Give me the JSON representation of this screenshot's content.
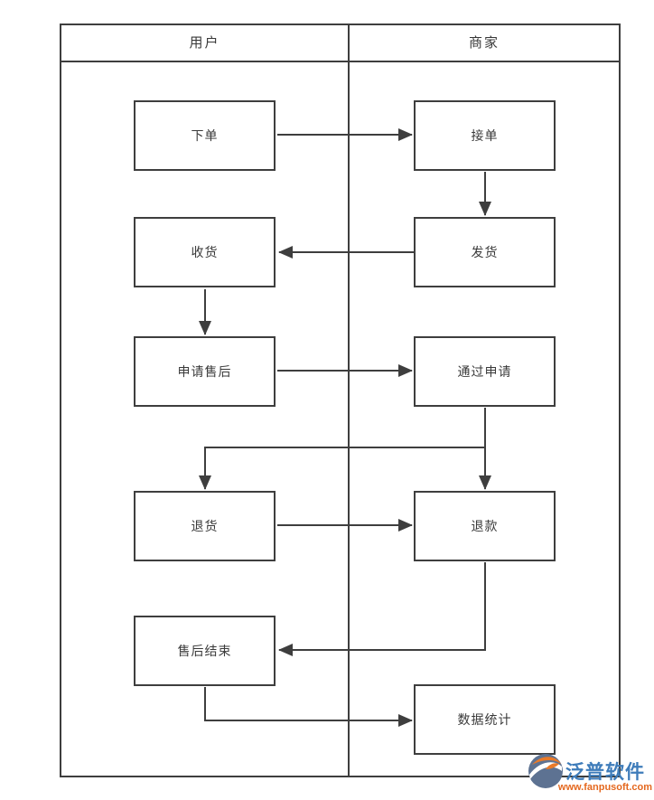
{
  "diagram": {
    "type": "swimlane-flowchart",
    "lanes": [
      {
        "id": "user",
        "label": "用户"
      },
      {
        "id": "merchant",
        "label": "商家"
      }
    ],
    "nodes": {
      "place_order": "下单",
      "accept_order": "接单",
      "receive_goods": "收货",
      "ship_goods": "发货",
      "apply_after_sales": "申请售后",
      "approve_request": "通过申请",
      "return_goods": "退货",
      "refund": "退款",
      "after_sales_end": "售后结束",
      "data_statistics": "数据统计"
    },
    "edges": [
      {
        "from": "下单",
        "to": "接单"
      },
      {
        "from": "接单",
        "to": "发货"
      },
      {
        "from": "发货",
        "to": "收货"
      },
      {
        "from": "收货",
        "to": "申请售后"
      },
      {
        "from": "申请售后",
        "to": "通过申请"
      },
      {
        "from": "通过申请",
        "to": "退货"
      },
      {
        "from": "通过申请",
        "to": "退款"
      },
      {
        "from": "退货",
        "to": "退款"
      },
      {
        "from": "退款",
        "to": "售后结束"
      },
      {
        "from": "售后结束",
        "to": "数据统计"
      }
    ],
    "line_color": "#3e3e3e"
  },
  "watermark": {
    "brand": "泛普软件",
    "url": "www.fanpusoft.com",
    "brand_color": "#3e7cba",
    "url_color": "#e4681f",
    "logo_icon": "fanpu-logo",
    "logo_slate": "#5d7292",
    "logo_orange": "#e87a2a"
  }
}
